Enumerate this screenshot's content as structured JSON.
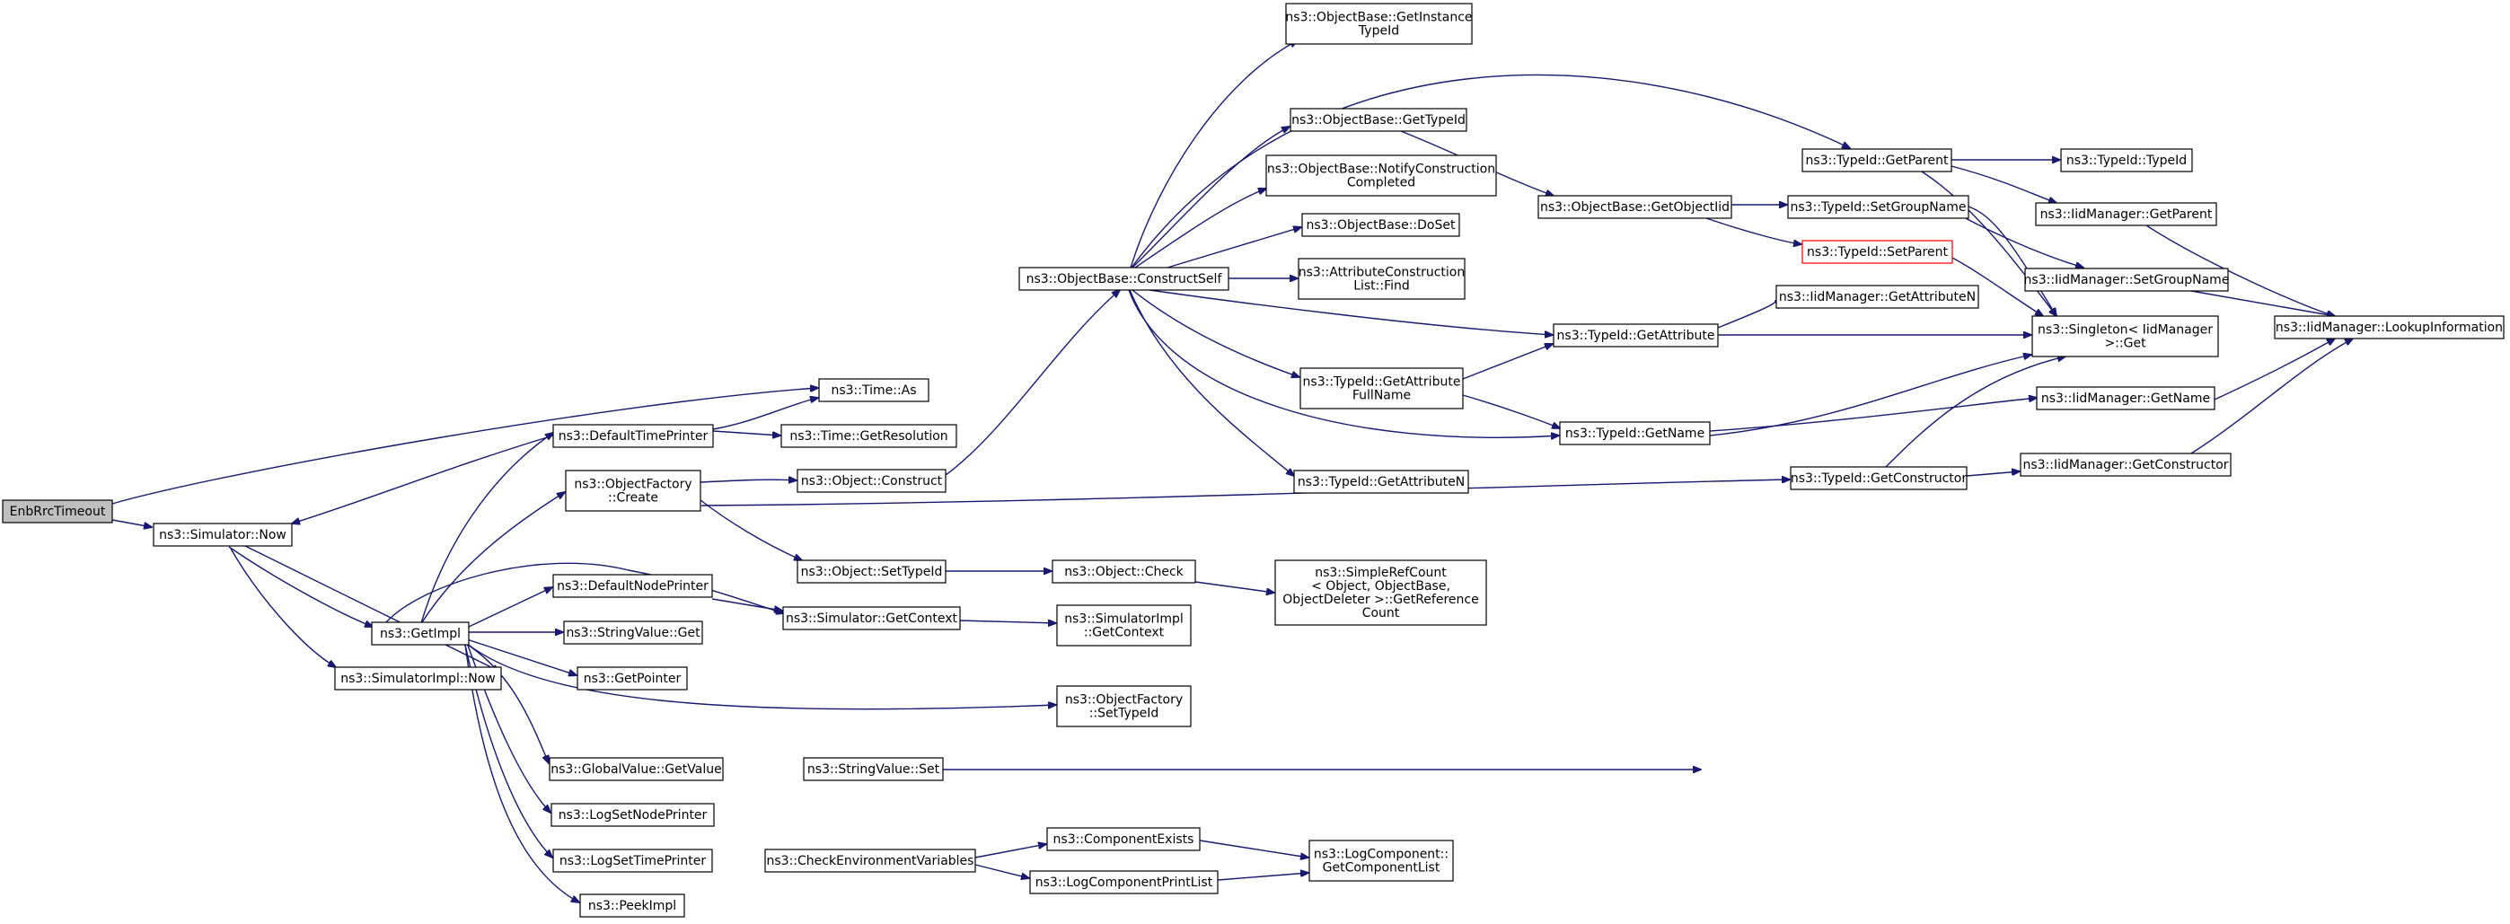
{
  "graph": {
    "nodes": [
      {
        "id": "enb",
        "lines": [
          "EnbRrcTimeout"
        ],
        "style": "highlight",
        "clickable": false
      },
      {
        "id": "sim_now",
        "lines": [
          "ns3::Simulator::Now"
        ]
      },
      {
        "id": "getimpl",
        "lines": [
          "ns3::GetImpl"
        ]
      },
      {
        "id": "simimpl_now",
        "lines": [
          "ns3::SimulatorImpl::Now"
        ]
      },
      {
        "id": "dtp",
        "lines": [
          "ns3::DefaultTimePrinter"
        ]
      },
      {
        "id": "of_create",
        "lines": [
          "ns3::ObjectFactory",
          "::Create"
        ]
      },
      {
        "id": "dnp",
        "lines": [
          "ns3::DefaultNodePrinter"
        ]
      },
      {
        "id": "sv_get",
        "lines": [
          "ns3::StringValue::Get"
        ]
      },
      {
        "id": "getpointer",
        "lines": [
          "ns3::GetPointer"
        ]
      },
      {
        "id": "gv_getvalue",
        "lines": [
          "ns3::GlobalValue::GetValue"
        ]
      },
      {
        "id": "lsnp",
        "lines": [
          "ns3::LogSetNodePrinter"
        ]
      },
      {
        "id": "lstp",
        "lines": [
          "ns3::LogSetTimePrinter"
        ]
      },
      {
        "id": "peekimpl",
        "lines": [
          "ns3::PeekImpl"
        ]
      },
      {
        "id": "time_as",
        "lines": [
          "ns3::Time::As"
        ]
      },
      {
        "id": "time_getres",
        "lines": [
          "ns3::Time::GetResolution"
        ]
      },
      {
        "id": "obj_construct",
        "lines": [
          "ns3::Object::Construct"
        ]
      },
      {
        "id": "obj_settypeid",
        "lines": [
          "ns3::Object::SetTypeId"
        ]
      },
      {
        "id": "sim_getcontext",
        "lines": [
          "ns3::Simulator::GetContext"
        ]
      },
      {
        "id": "sv_set",
        "lines": [
          "ns3::StringValue::Set"
        ]
      },
      {
        "id": "cev",
        "lines": [
          "ns3::CheckEnvironmentVariables"
        ]
      },
      {
        "id": "ob_constructself",
        "lines": [
          "ns3::ObjectBase::ConstructSelf"
        ]
      },
      {
        "id": "obj_check",
        "lines": [
          "ns3::Object::Check"
        ]
      },
      {
        "id": "simimpl_getcontext",
        "lines": [
          "ns3::SimulatorImpl",
          "::GetContext"
        ]
      },
      {
        "id": "of_settypeid",
        "lines": [
          "ns3::ObjectFactory",
          "::SetTypeId"
        ]
      },
      {
        "id": "compexists",
        "lines": [
          "ns3::ComponentExists"
        ]
      },
      {
        "id": "lcpl",
        "lines": [
          "ns3::LogComponentPrintList"
        ]
      },
      {
        "id": "ob_getinstancetypeid",
        "lines": [
          "ns3::ObjectBase::GetInstance",
          "TypeId"
        ]
      },
      {
        "id": "ob_gettypeid",
        "lines": [
          "ns3::ObjectBase::GetTypeId"
        ]
      },
      {
        "id": "ob_notify",
        "lines": [
          "ns3::ObjectBase::NotifyConstruction",
          "Completed"
        ]
      },
      {
        "id": "ob_doset",
        "lines": [
          "ns3::ObjectBase::DoSet"
        ]
      },
      {
        "id": "acl_find",
        "lines": [
          "ns3::AttributeConstruction",
          "List::Find"
        ]
      },
      {
        "id": "tid_getattrfullname",
        "lines": [
          "ns3::TypeId::GetAttribute",
          "FullName"
        ]
      },
      {
        "id": "tid_getattrn",
        "lines": [
          "ns3::TypeId::GetAttributeN"
        ]
      },
      {
        "id": "srefcount",
        "lines": [
          "ns3::SimpleRefCount",
          "< Object, ObjectBase,",
          " ObjectDeleter >::GetReference",
          "Count"
        ]
      },
      {
        "id": "lc_getcomplist",
        "lines": [
          "ns3::LogComponent::",
          "GetComponentList"
        ]
      },
      {
        "id": "ob_getobjectiid",
        "lines": [
          "ns3::ObjectBase::GetObjectIid"
        ]
      },
      {
        "id": "tid_getattribute",
        "lines": [
          "ns3::TypeId::GetAttribute"
        ]
      },
      {
        "id": "tid_getname",
        "lines": [
          "ns3::TypeId::GetName"
        ]
      },
      {
        "id": "tid_getparent",
        "lines": [
          "ns3::TypeId::GetParent"
        ]
      },
      {
        "id": "tid_setgroupname",
        "lines": [
          "ns3::TypeId::SetGroupName"
        ]
      },
      {
        "id": "tid_setparent",
        "lines": [
          "ns3::TypeId::SetParent"
        ],
        "style": "red"
      },
      {
        "id": "iid_getattrn",
        "lines": [
          "ns3::IidManager::GetAttributeN"
        ]
      },
      {
        "id": "tid_getconstructor",
        "lines": [
          "ns3::TypeId::GetConstructor"
        ]
      },
      {
        "id": "tid_typeid",
        "lines": [
          "ns3::TypeId::TypeId"
        ]
      },
      {
        "id": "iid_getparent",
        "lines": [
          "ns3::IidManager::GetParent"
        ]
      },
      {
        "id": "iid_setgroupname",
        "lines": [
          "ns3::IidManager::SetGroupName"
        ]
      },
      {
        "id": "singleton_get",
        "lines": [
          "ns3::Singleton< IidManager",
          " >::Get"
        ]
      },
      {
        "id": "iid_getname",
        "lines": [
          "ns3::IidManager::GetName"
        ]
      },
      {
        "id": "iid_getconstructor",
        "lines": [
          "ns3::IidManager::GetConstructor"
        ]
      },
      {
        "id": "iid_lookupinfo",
        "lines": [
          "ns3::IidManager::LookupInformation"
        ]
      }
    ]
  }
}
